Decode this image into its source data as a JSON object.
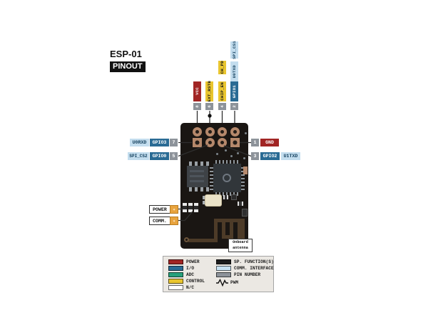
{
  "title": {
    "name": "ESP-01",
    "badge": "PINOUT"
  },
  "top_pins": {
    "pin8": {
      "number": "8",
      "primary": "VCC"
    },
    "pin6": {
      "number": "6",
      "primary": "EXT_RSTB"
    },
    "pin4": {
      "number": "4",
      "primary": "CHIP_EN",
      "alias": "CH_PD"
    },
    "pin2": {
      "number": "2",
      "primary": "GPIO1",
      "comm": "U0TXD",
      "alias": "SPI_CS1"
    }
  },
  "side_pins": {
    "pin7": {
      "number": "7",
      "io": "GPIO3",
      "comm": "U0RXD"
    },
    "pin5": {
      "number": "5",
      "io": "GPIO0",
      "comm": "SPI_CS2"
    },
    "pin1": {
      "number": "1",
      "power": "GND"
    },
    "pin3": {
      "number": "3",
      "io": "GPIO2",
      "comm": "U1TXD"
    }
  },
  "board_callouts": {
    "power_led": "POWER",
    "comm_led": "COMM.",
    "led_icon": "✶",
    "antenna_line1": "Onboard",
    "antenna_line2": "antenna"
  },
  "legend": {
    "left": [
      {
        "label": "POWER",
        "color": "#a12524"
      },
      {
        "label": "I/O",
        "color": "#2a6b94"
      },
      {
        "label": "ADC",
        "color": "#27a17c"
      },
      {
        "label": "CONTROL",
        "color": "#e9c52f"
      },
      {
        "label": "N/C",
        "color": "#ffffff"
      }
    ],
    "right": [
      {
        "label": "SP. FUNCTION(S)",
        "color": "#1c1c1c"
      },
      {
        "label": "COMM. INTERFACE",
        "color": "#c8e2f2"
      },
      {
        "label": "PIN NUMBER",
        "color": "#8d939a"
      },
      {
        "label": "PWM",
        "icon": "pwm-wave-icon"
      }
    ]
  },
  "colors": {
    "power": "#a12524",
    "io": "#2a6b94",
    "adc": "#27a17c",
    "control": "#e9c52f",
    "comm_interface": "#c3ddee",
    "pin_number": "#8d939a",
    "led_tag": "#e8a33d",
    "pcb": "#1a1613",
    "pad_copper": "#b5886b",
    "antenna_trace": "#4d3b28"
  }
}
